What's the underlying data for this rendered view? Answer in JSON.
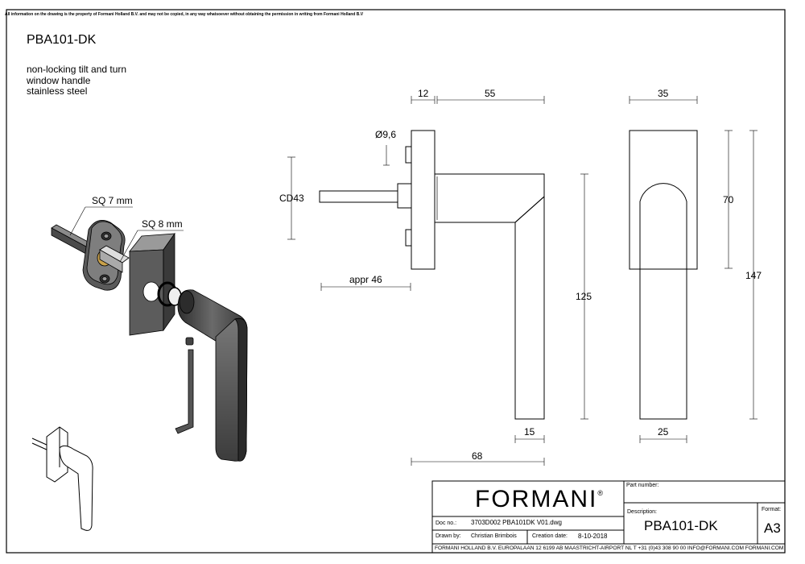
{
  "disclaimer": "All information on the drawing is the property of Formani Holland B.V. and may not be copied, in any way whatsoever without obtaining the permission in writing from Formani Holland B.V",
  "product": {
    "code": "PBA101-DK",
    "description_lines": [
      "non-locking tilt and turn",
      "window handle",
      "stainless steel"
    ]
  },
  "callouts": {
    "sq7": "SQ 7 mm",
    "sq8": "SQ 8 mm"
  },
  "dimensions": {
    "d12": "12",
    "d55": "55",
    "d35": "35",
    "dia": "Ø9,6",
    "cd43": "CD43",
    "appr46": "appr 46",
    "d70": "70",
    "d147": "147",
    "d125": "125",
    "d15": "15",
    "d25": "25",
    "d68": "68"
  },
  "title_block": {
    "brand": "FORMANI",
    "brand_mark": "®",
    "part_number_label": "Part number:",
    "description_label": "Description:",
    "description_value": "PBA101-DK",
    "format_label": "Format:",
    "format_value": "A3",
    "doc_no_label": "Doc no.:",
    "doc_no_value": "3703D002 PBA101DK V01.dwg",
    "drawn_by_label": "Drawn by:",
    "drawn_by_value": "Christian Brimbois",
    "creation_date_label": "Creation date:",
    "creation_date_value": "8-10-2018",
    "footer": "FORMANI HOLLAND B.V.  EUROPALAAN 12  6199 AB MAASTRICHT-AIRPORT NL  T +31 (0)43 308 90 00 INFO@FORMANI.COM FORMANI.COM"
  }
}
